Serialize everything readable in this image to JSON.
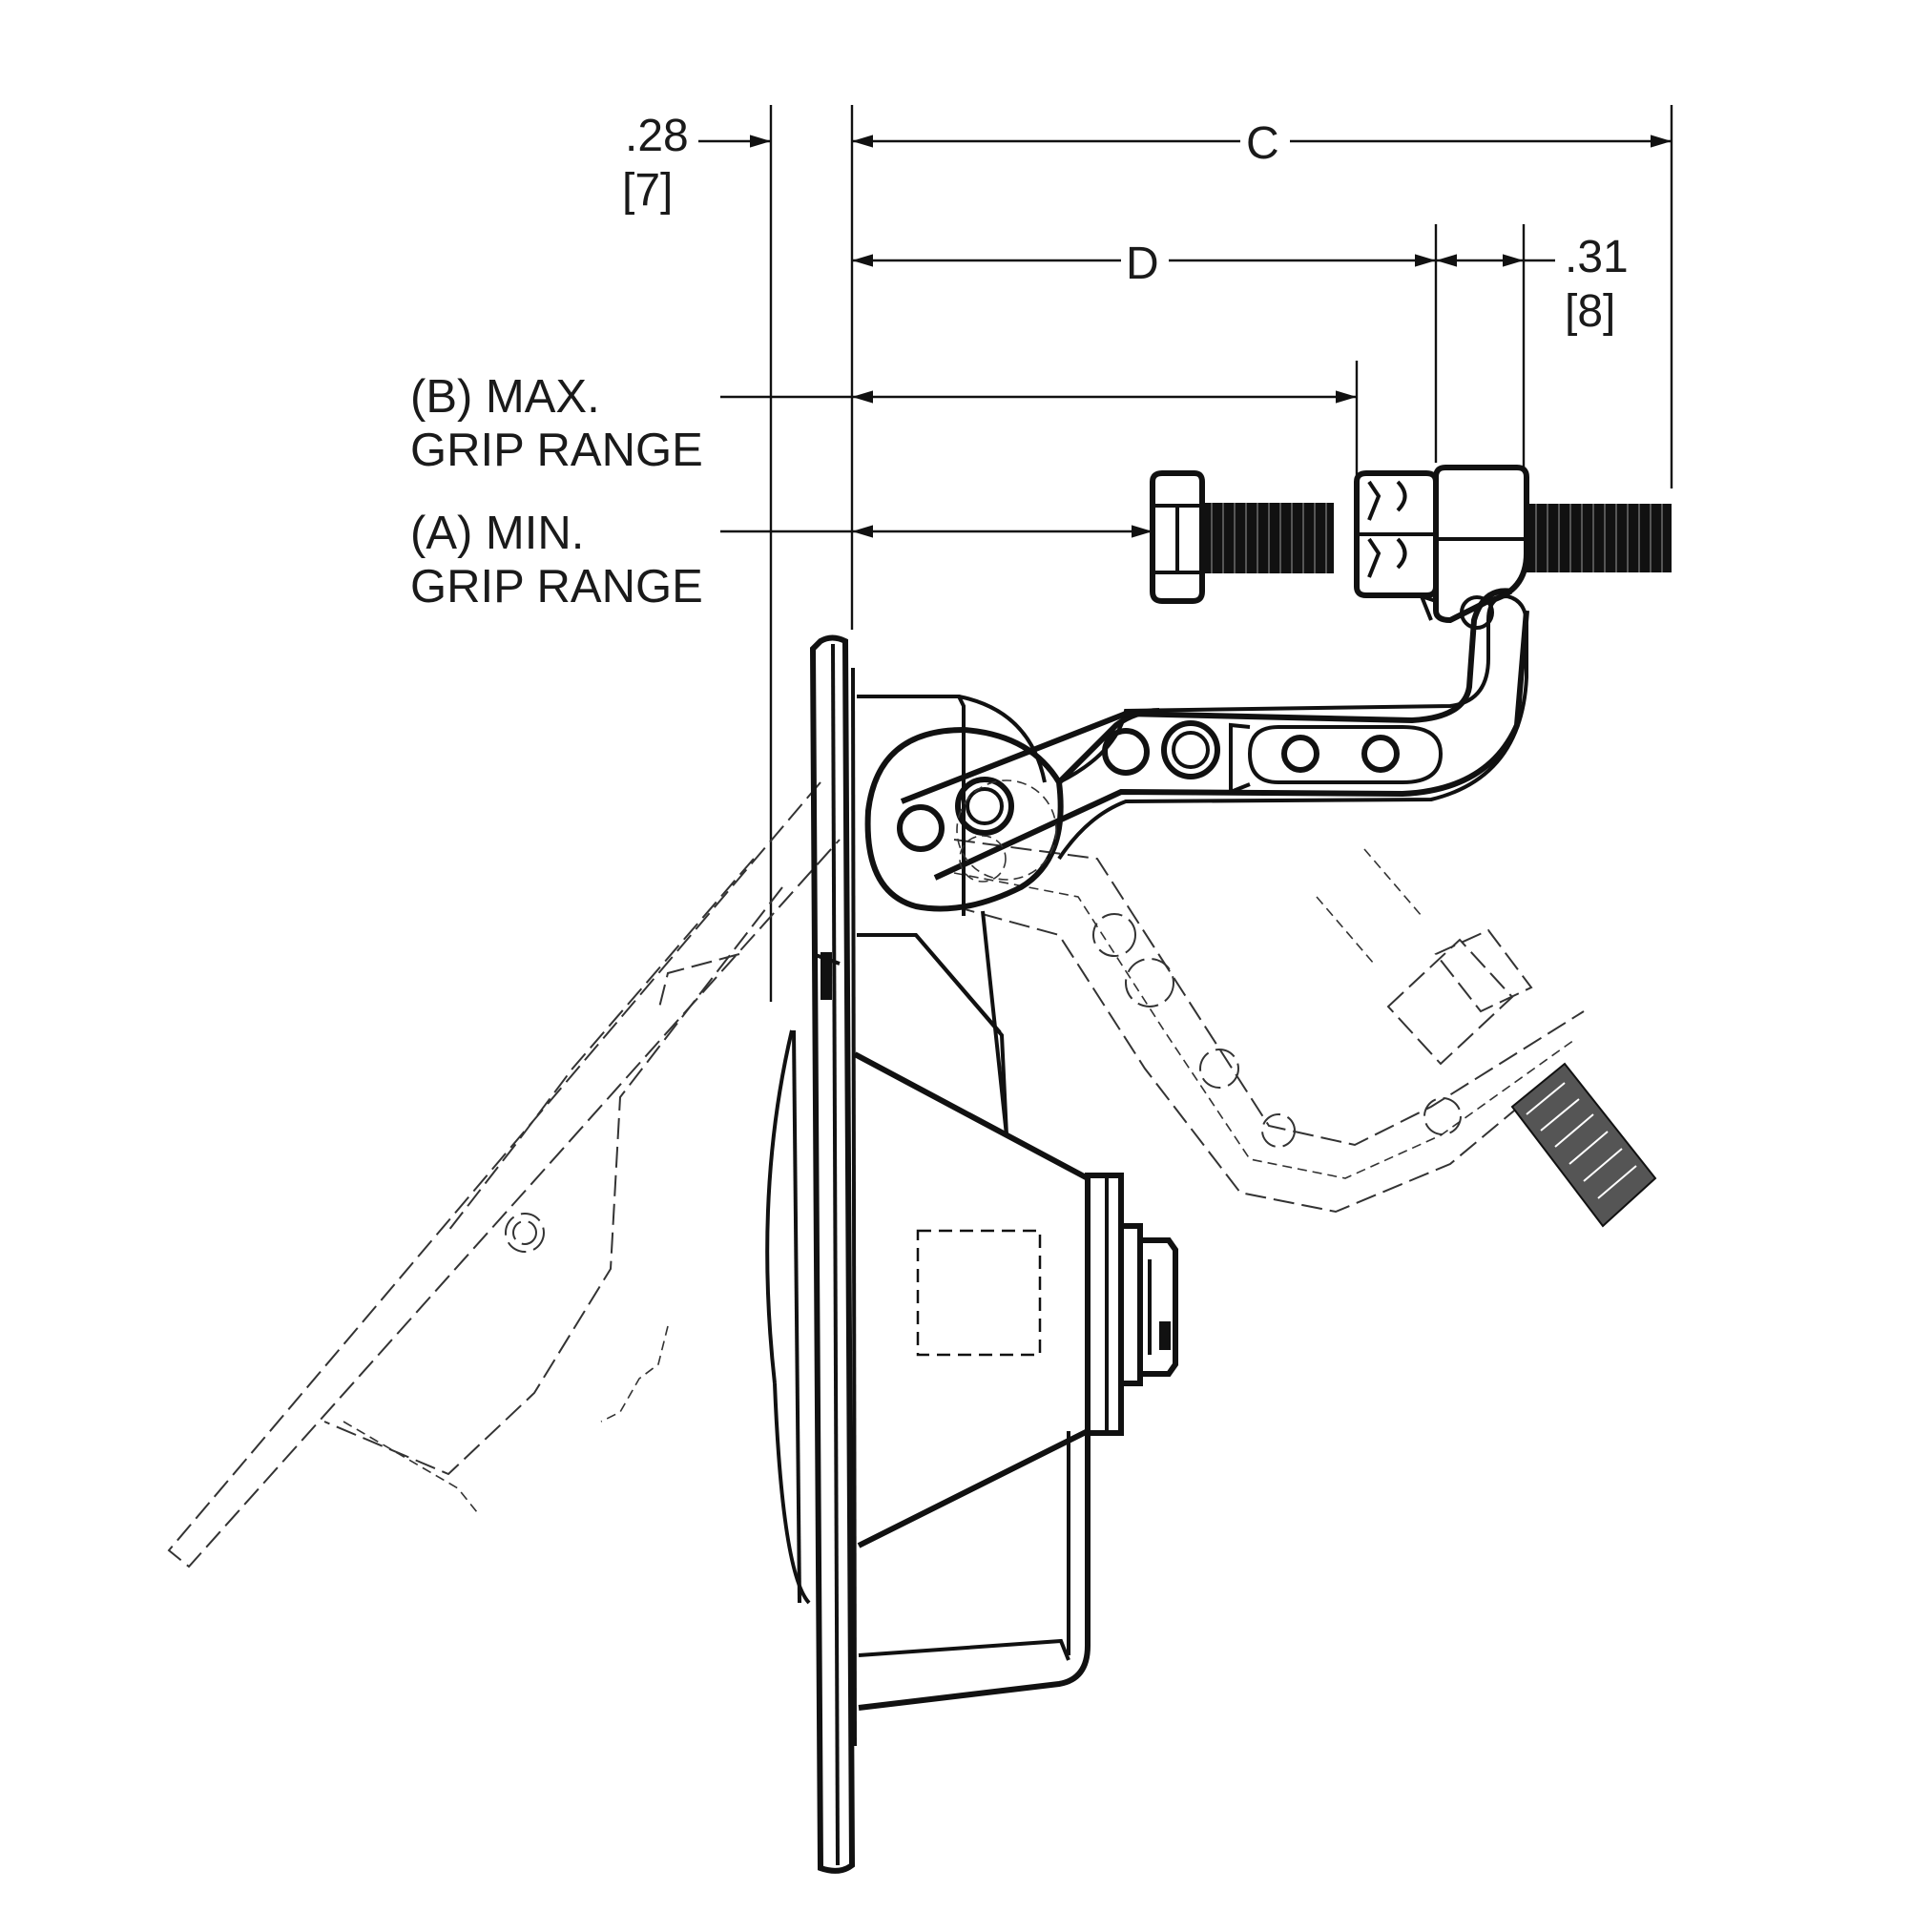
{
  "dimensions": {
    "left_offset": {
      "value": ".28",
      "metric": "[7]"
    },
    "top_overall": {
      "label": "C"
    },
    "stud_length": {
      "label": "D"
    },
    "right_offset": {
      "value": ".31",
      "metric": "[8]"
    }
  },
  "grip_range": {
    "max": {
      "line1": "(B) MAX.",
      "line2": "GRIP RANGE"
    },
    "min": {
      "line1": "(A) MIN.",
      "line2": "GRIP RANGE"
    }
  }
}
